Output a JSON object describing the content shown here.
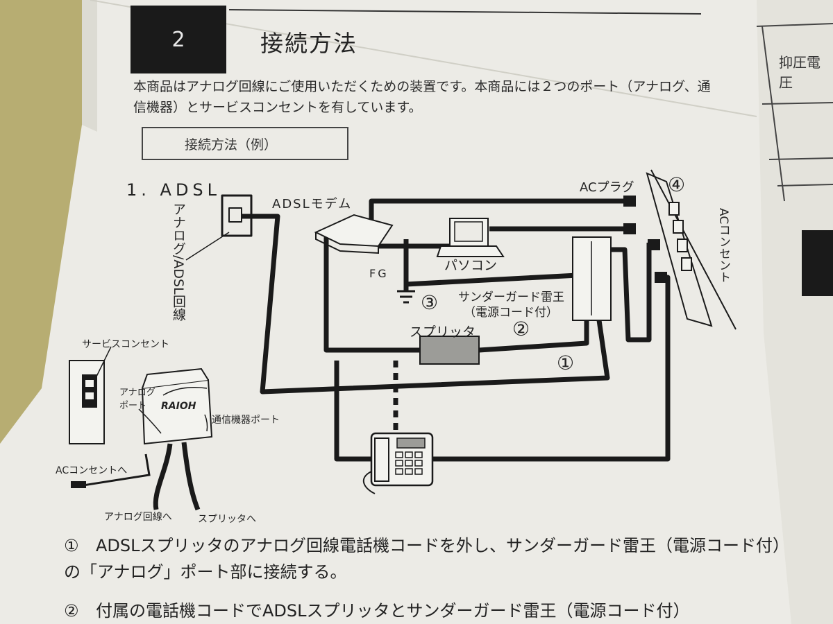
{
  "section": {
    "number": "2",
    "title": "接続方法"
  },
  "intro_text": "本商品はアナログ回線にご使用いただくための装置です。本商品には２つのポート（アナログ、通信機器）とサービスコンセントを有しています。",
  "example_box_label": "接続方法（例）",
  "right_cell_text": "抑圧電圧",
  "diagram": {
    "item_title": "1. ADSL",
    "line_label": "アナログ/ADSL回線",
    "modem_label": "ADSLモデム",
    "pc_label": "パソコン",
    "fg_label": "FG",
    "splitter_label": "スプリッタ",
    "guard_label_1": "サンダーガード雷王",
    "guard_label_2": "（電源コード付）",
    "ac_plug_label": "ACプラグ",
    "ac_outlet_label": "ACコンセント",
    "markers": [
      "①",
      "②",
      "③",
      "④"
    ],
    "device_labels": {
      "service_outlet": "サービスコンセント",
      "analog_port": "アナログポート",
      "comm_port": "通信機器ポート",
      "to_ac_outlet": "ACコンセントへ",
      "to_analog_line": "アナログ回線へ",
      "to_splitter": "スプリッタへ",
      "device_brand": "RAIOH"
    }
  },
  "steps": [
    {
      "num": "①",
      "text": "ADSLスプリッタのアナログ回線電話機コードを外し、サンダーガード雷王（電源コード付）の「アナログ」ポート部に接続する。"
    },
    {
      "num": "②",
      "text": "付属の電話機コードでADSLスプリッタとサンダーガード雷王（電源コード付）"
    }
  ],
  "colors": {
    "paper": "#ecebe6",
    "ink": "#222222",
    "header_block": "#1a1a1a",
    "background": "#b7ad72"
  }
}
